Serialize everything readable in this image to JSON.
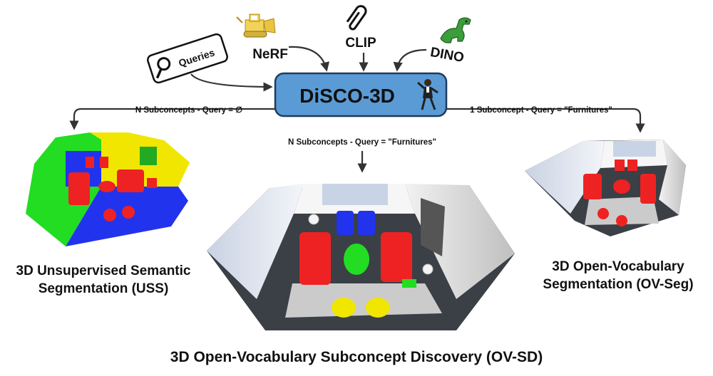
{
  "center": {
    "title": "DiSCO-3D"
  },
  "inputs": {
    "queries": "Queries",
    "nerf": "NeRF",
    "clip": "CLIP",
    "dino": "DINO"
  },
  "branches": {
    "left": "N Subconcepts - Query = ∅",
    "middle": "N Subconcepts - Query = \"Furnitures\"",
    "right": "1 Subconcept - Query = \"Furnitures\""
  },
  "results": {
    "uss_line1": "3D Unsupervised Semantic",
    "uss_line2": "Segmentation (USS)",
    "ovseg_line1": "3D Open-Vocabulary",
    "ovseg_line2": "Segmentation (OV-Seg)",
    "ovsd": "3D Open-Vocabulary Subconcept Discovery (OV-SD)"
  },
  "colors": {
    "box_fill": "#5b9bd5",
    "box_stroke": "#1f3b5c",
    "red": "#ee2222",
    "blue": "#2233ee",
    "green": "#22dd22",
    "yellow": "#f0e600"
  }
}
